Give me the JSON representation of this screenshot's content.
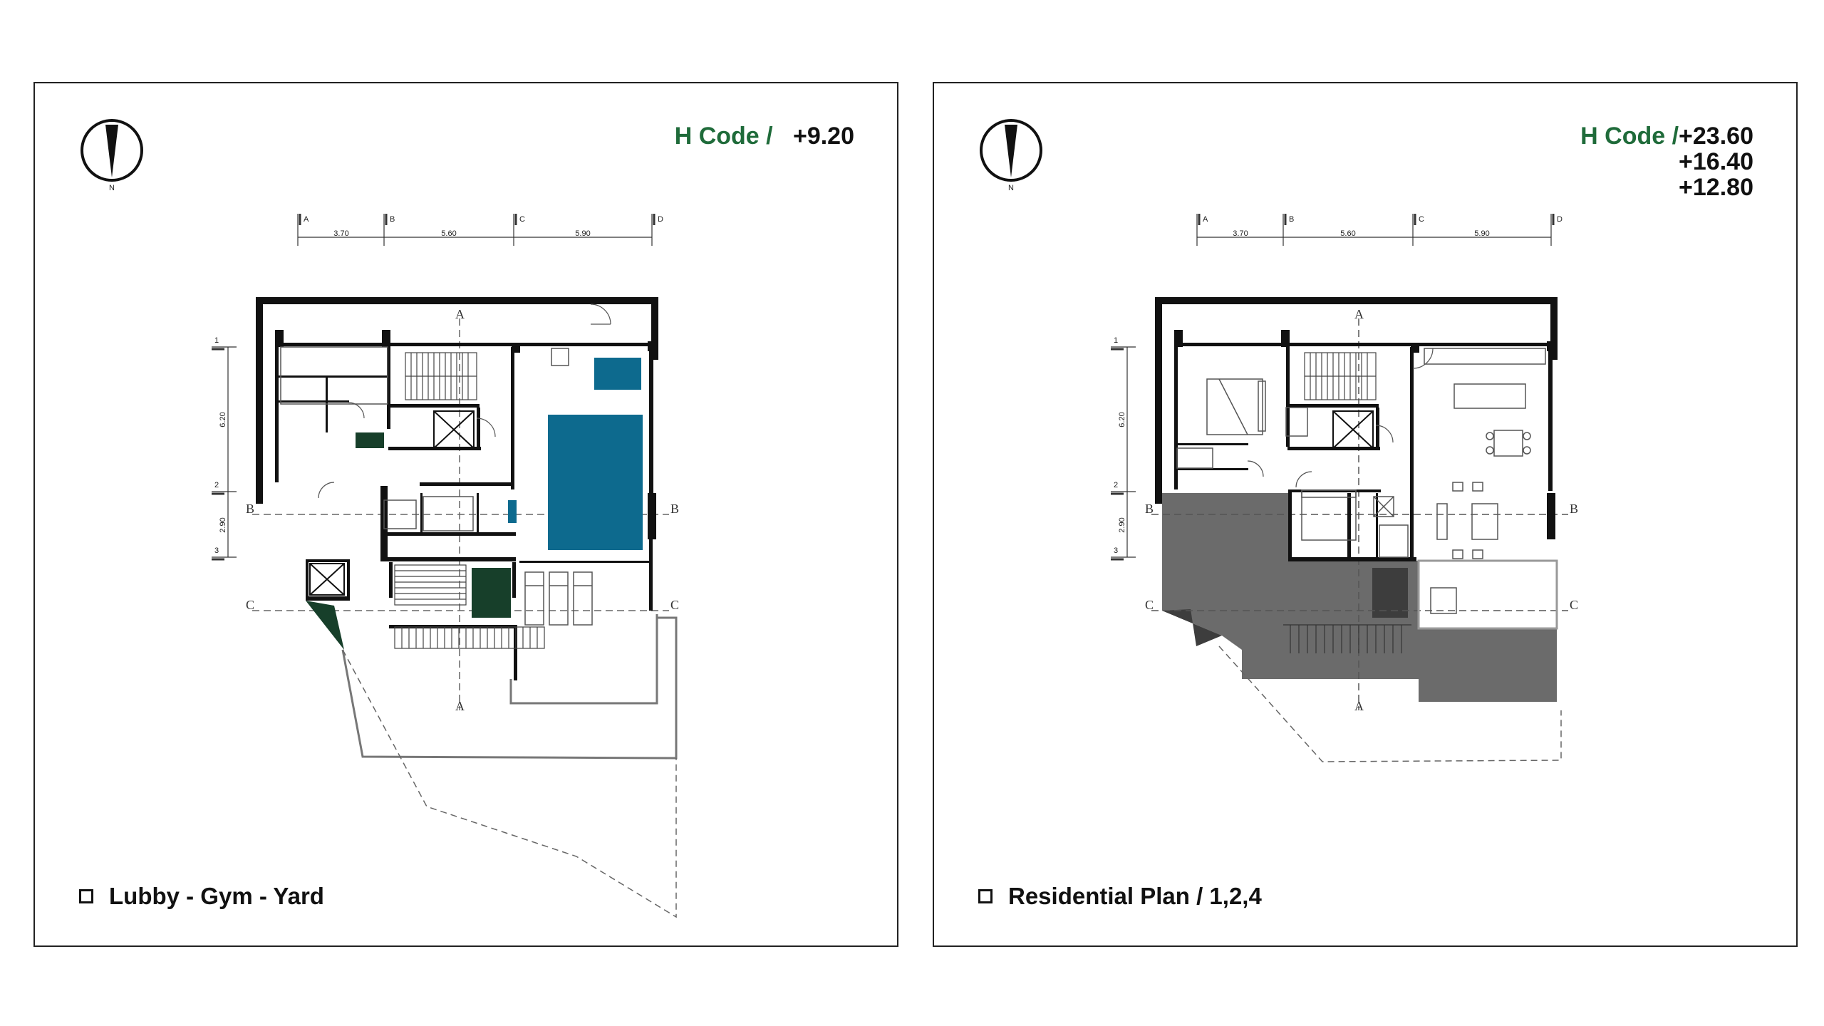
{
  "colors": {
    "accent_green": "#1f6b3a",
    "pool_blue": "#0d6a8e",
    "dark_green": "#173f2a",
    "terrace_gray": "#6b6b6b",
    "wall": "#111111"
  },
  "panels": [
    {
      "north_label": "N",
      "h_code_label": "H Code /",
      "h_code_values": [
        "+9.20"
      ],
      "caption": "Lubby - Gym - Yard",
      "grid_cols": [
        "A",
        "B",
        "C",
        "D"
      ],
      "grid_dims": [
        "3.70",
        "5.60",
        "5.90"
      ],
      "grid_rows": [
        "1",
        "2",
        "3"
      ],
      "grid_row_dims": [
        "6.20",
        "2.90"
      ],
      "section_labels": [
        "A",
        "A",
        "B",
        "B",
        "C",
        "C"
      ]
    },
    {
      "north_label": "N",
      "h_code_label": "H Code /",
      "h_code_values": [
        "+23.60",
        "+16.40",
        "+12.80"
      ],
      "caption": "Residential Plan / 1,2,4",
      "grid_cols": [
        "A",
        "B",
        "C",
        "D"
      ],
      "grid_dims": [
        "3.70",
        "5.60",
        "5.90"
      ],
      "grid_rows": [
        "1",
        "2",
        "3"
      ],
      "grid_row_dims": [
        "6.20",
        "2.90"
      ],
      "section_labels": [
        "A",
        "A",
        "B",
        "B",
        "C",
        "C"
      ]
    }
  ]
}
